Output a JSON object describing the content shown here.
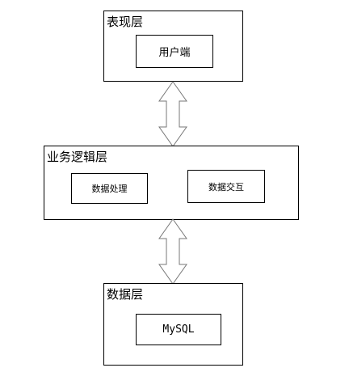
{
  "layers": {
    "presentation": {
      "title": "表现层",
      "modules": {
        "client": "用户端"
      }
    },
    "business": {
      "title": "业务逻辑层",
      "modules": {
        "processing": "数据处理",
        "interaction": "数据交互"
      }
    },
    "data": {
      "title": "数据层",
      "modules": {
        "database": "MySQL"
      }
    }
  },
  "connectors": {
    "top_icon": "double-arrow-icon",
    "bottom_icon": "double-arrow-icon"
  }
}
